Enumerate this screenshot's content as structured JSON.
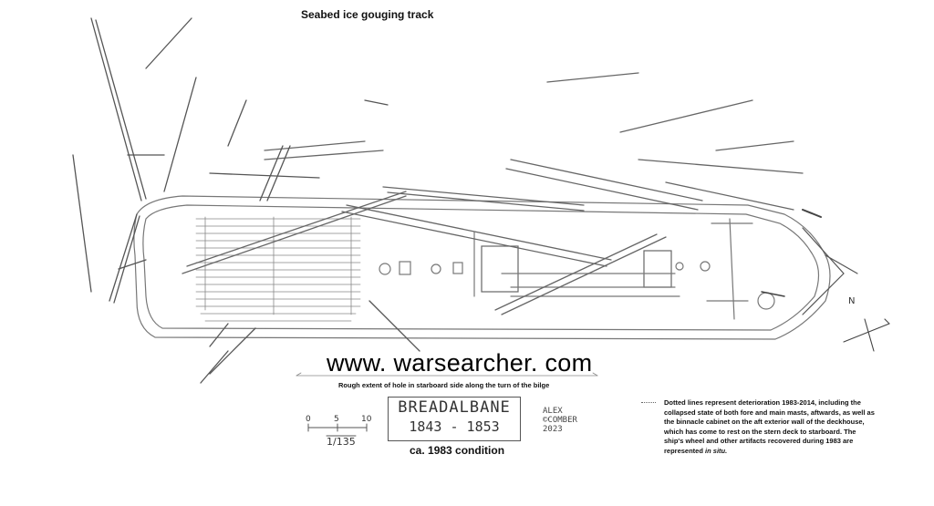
{
  "captions": {
    "top": "Seabed ice gouging track",
    "watermark": "www. warsearcher. com",
    "hole": "Rough extent of hole in starboard side along the turn of the bilge",
    "condition": "ca. 1983 condition"
  },
  "scale": {
    "ticks": [
      "0",
      "5",
      "10"
    ],
    "ratio": "1/135"
  },
  "nameplate": {
    "name": "BREADALBANE",
    "years": "1843 - 1853"
  },
  "signature": {
    "line1": "ALEX",
    "line2": "©COMBER",
    "line3": "2023"
  },
  "legend_note": {
    "text": "Dotted lines represent deterioration 1983-2014, including the collapsed state of both fore and main masts, aftwards, as well as the binnacle cabinet on the aft exterior wall of the deckhouse, which has come to rest on the stern deck to starboard. The ship's wheel and other artifacts recovered during 1983 are represented",
    "emphasis": "in situ."
  },
  "north": {
    "label": "N"
  }
}
